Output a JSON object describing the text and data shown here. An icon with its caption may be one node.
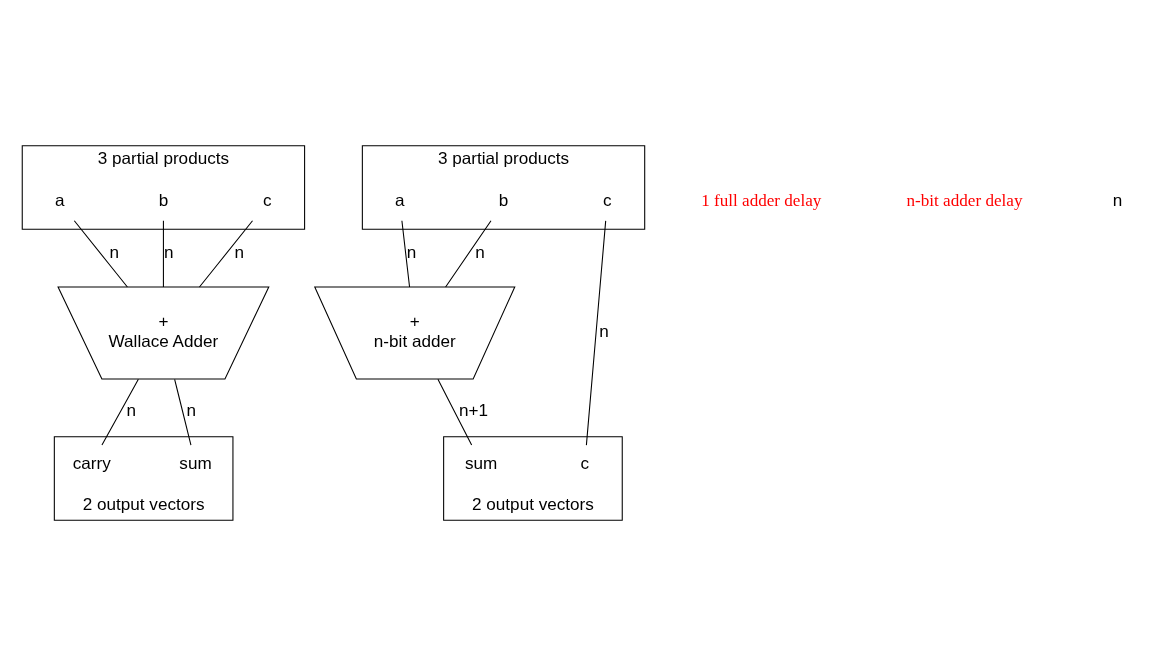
{
  "diagram": {
    "nodes": [
      {
        "text": [
          "3 partial products"
        ]
      },
      {
        "text": [
          "a"
        ],
        "in": 0
      },
      {
        "text": [
          "b"
        ],
        "in": 0
      },
      {
        "text": [
          "c"
        ],
        "in": 0
      },
      {
        "text": [
          "+",
          "Wallace Adder"
        ]
      },
      {
        "text": [
          "2 output vectors"
        ]
      },
      {
        "text": [
          "carry"
        ],
        "in": 5
      },
      {
        "text": [
          "sum"
        ],
        "in": 5
      },
      {
        "text": [
          "3 partial products"
        ]
      },
      {
        "text": [
          "a"
        ],
        "in": 8
      },
      {
        "text": [
          "b"
        ],
        "in": 8
      },
      {
        "text": [
          "c"
        ],
        "in": 8
      },
      {
        "text": [
          "+",
          "n-bit adder"
        ]
      },
      {
        "text": [
          "2 output vectors"
        ]
      },
      {
        "text": [
          "sum"
        ],
        "in": 13
      },
      {
        "text": [
          "c"
        ],
        "in": 13
      }
    ],
    "edges": [
      {
        "from": 1,
        "to": 4,
        "arrow": "none",
        "label": "n"
      },
      {
        "from": 2,
        "to": 4,
        "arrow": "none",
        "label": "n"
      },
      {
        "from": 3,
        "to": 4,
        "arrow": "none",
        "label": "n"
      },
      {
        "from": 4,
        "to": 6,
        "arrow": "none",
        "label": "n"
      },
      {
        "from": 4,
        "to": 7,
        "arrow": "none",
        "label": "n"
      },
      {
        "from": 9,
        "to": 12,
        "arrow": "none",
        "label": "n"
      },
      {
        "from": 10,
        "to": 12,
        "arrow": "none",
        "label": "n"
      },
      {
        "from": 11,
        "to": 15,
        "arrow": "none",
        "label": "n"
      },
      {
        "from": 12,
        "to": 14,
        "arrow": "none",
        "label": "n+1"
      }
    ],
    "labels": [
      "1 full adder delay",
      "n-bit adder delay",
      "n"
    ]
  }
}
